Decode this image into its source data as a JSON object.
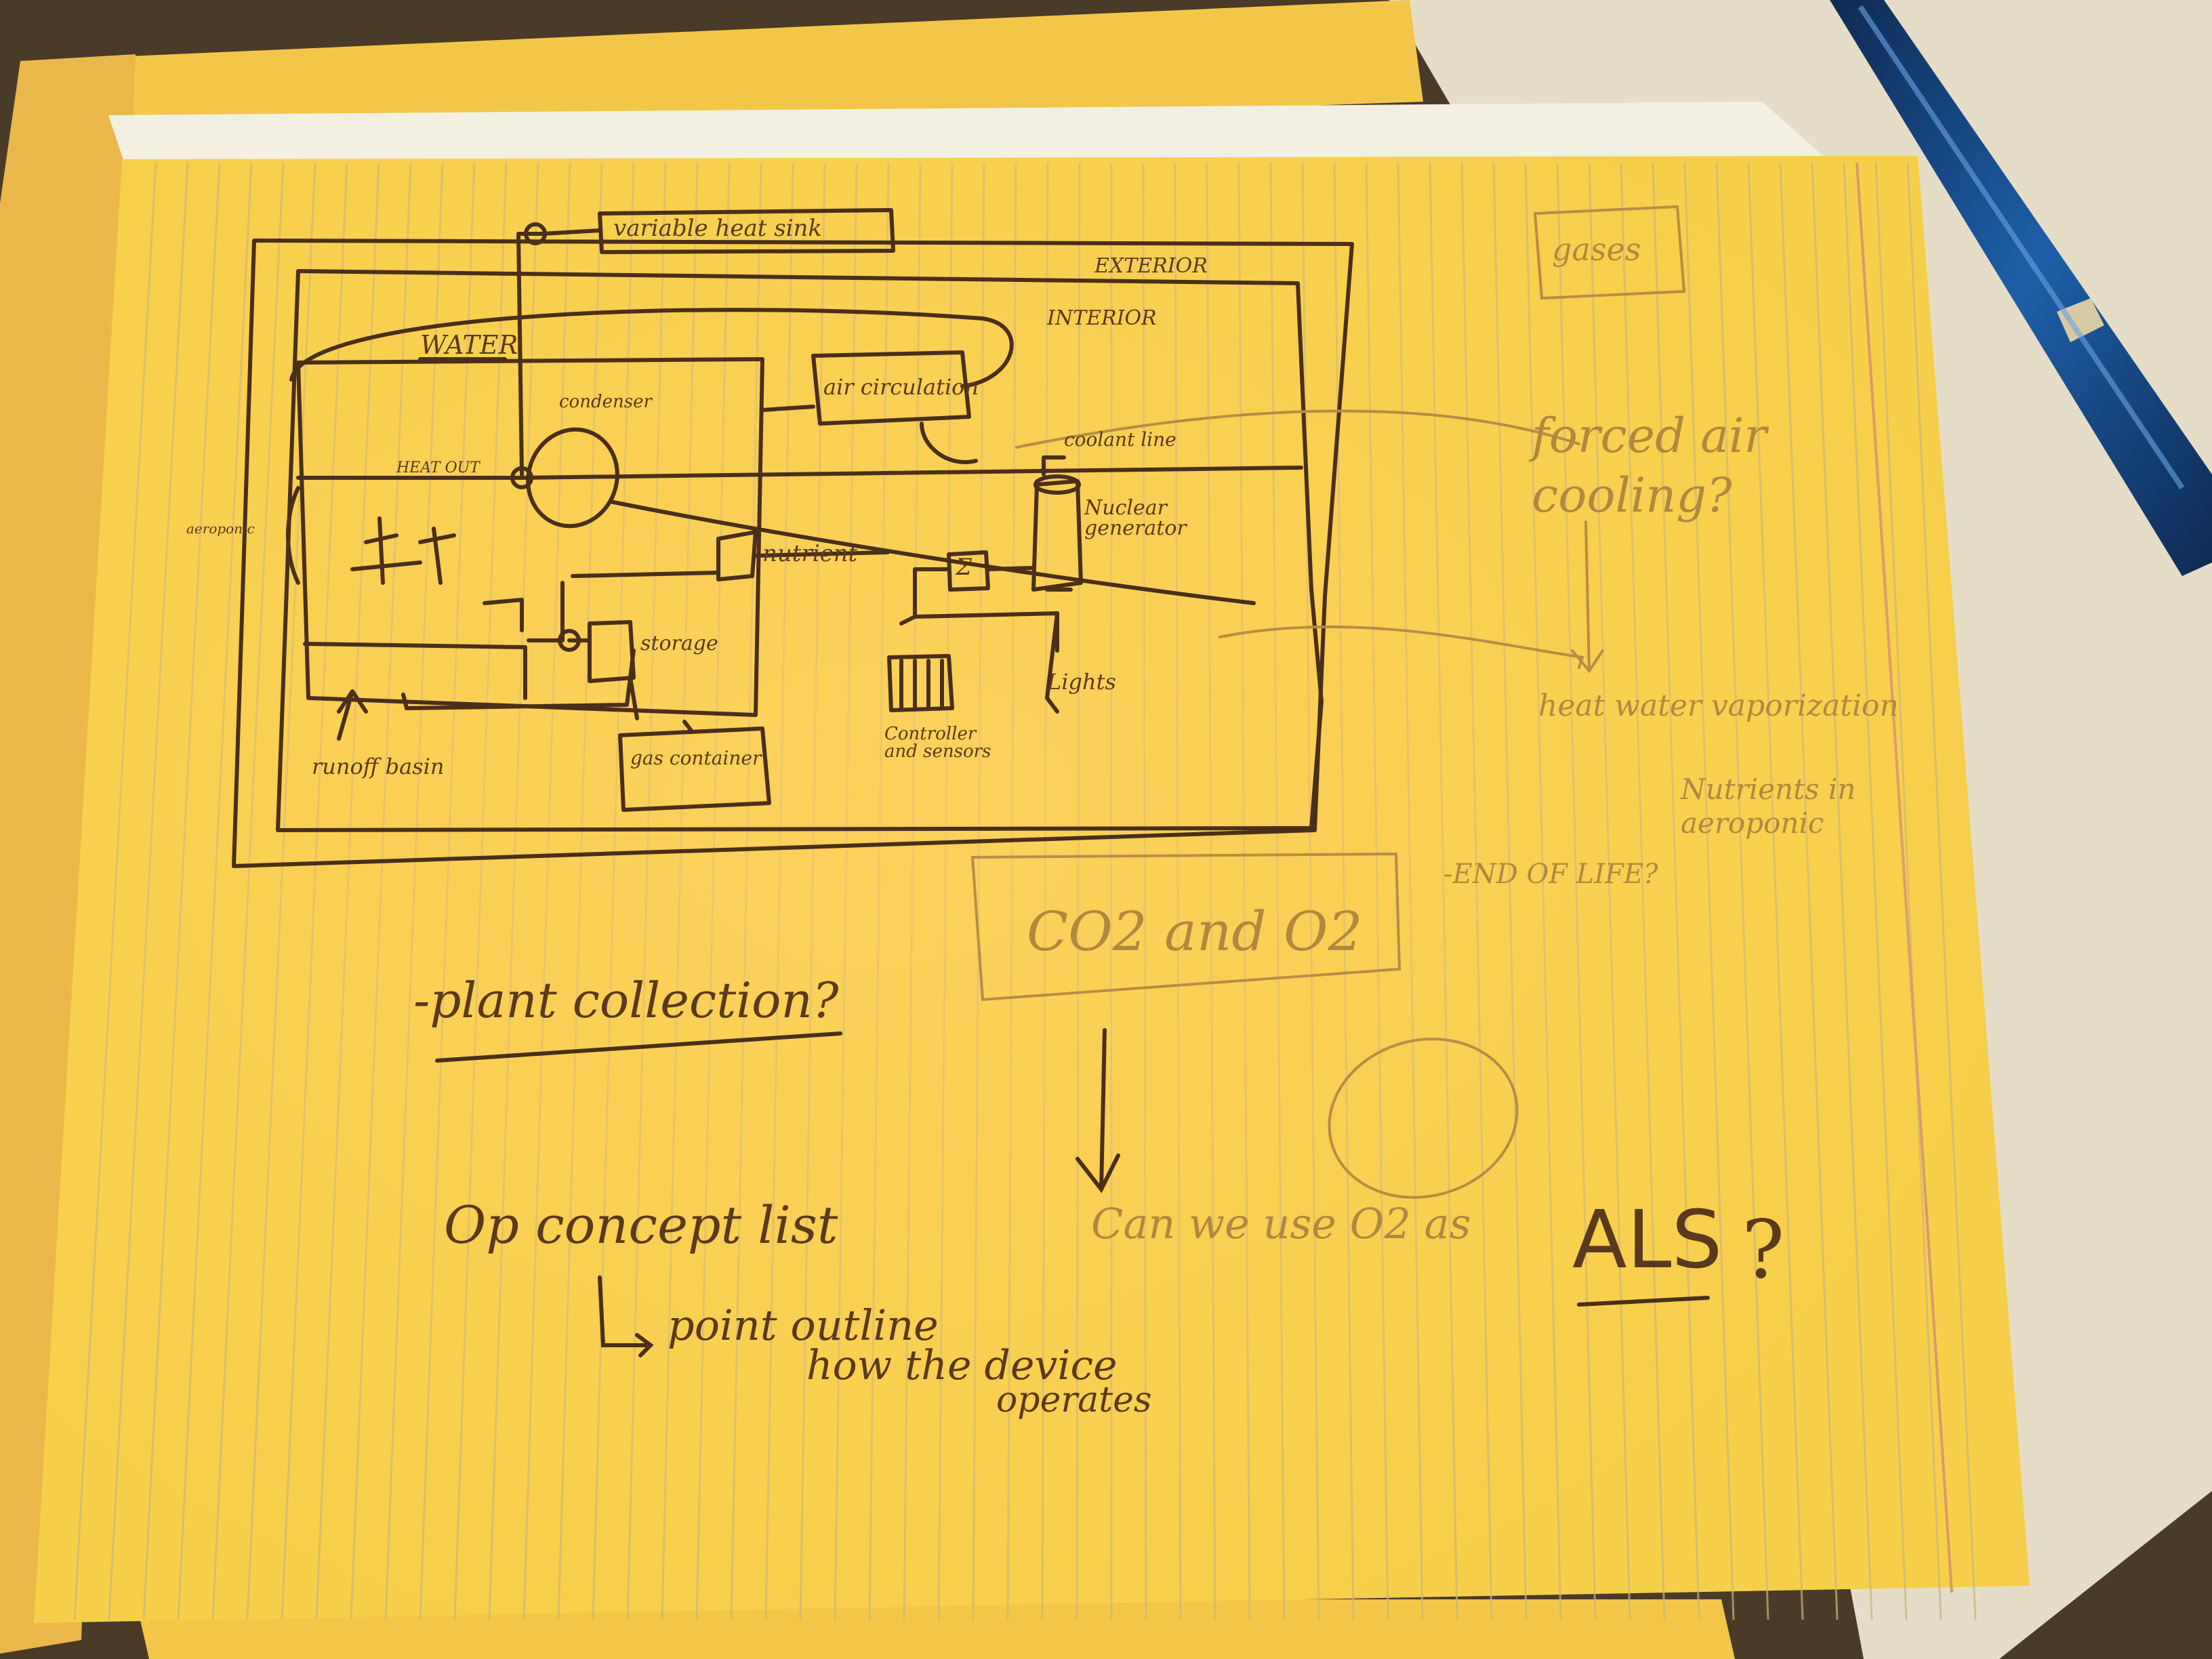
{
  "colors": {
    "table": "#4a3a28",
    "tablecloth": "#e6ddc9",
    "paper_top": "#f2c749",
    "paper_bottom": "#f6cf4a",
    "paper_glow": "#ffd36a",
    "rule_line": "#c9b67a",
    "margin_line": "#d69a6a",
    "ink": "#4a2f1a",
    "pencil_faint": "#b68d45",
    "pen_body": "#1d5fa8",
    "pen_cap": "#0e2a52"
  },
  "objects": {
    "paper": "yellow legal pad sheet with hand-drawn sketch",
    "pen": "blue ballpoint pen",
    "table": "wooden table with white cloth"
  },
  "sketch": {
    "heat_sink": "variable heat sink",
    "exterior": "EXTERIOR",
    "interior": "INTERIOR",
    "water": "WATER",
    "air_circulation": "air circulation",
    "condenser": "condenser",
    "heat_out": "HEAT OUT",
    "aeroponic": "aeroponic",
    "nutrient": "nutrient",
    "storage": "storage",
    "nuclear_generator": "Nuclear generator",
    "coolant_line": "coolant line",
    "lights": "Lights",
    "controller": "Controller and sensors",
    "runoff_basin": "runoff basin",
    "gas_container": "gas container",
    "sigma": "Σ"
  },
  "notes": {
    "gases": "gases",
    "forced_air": "forced air cooling?",
    "heat_vaporization": "heat water vaporization",
    "nutrients_aeroponic": "Nutrients in aeroponic",
    "end_of_life": "-END OF LIFE?",
    "co2_o2": "CO2 and O2",
    "plant_collection": "-plant collection?",
    "op_concept": "Op concept list",
    "point_outline": "point outline",
    "how_device": "how the device",
    "operates": "operates",
    "can_we_use": "Can we use O2 as",
    "als": "ALS",
    "als_q": "?"
  }
}
